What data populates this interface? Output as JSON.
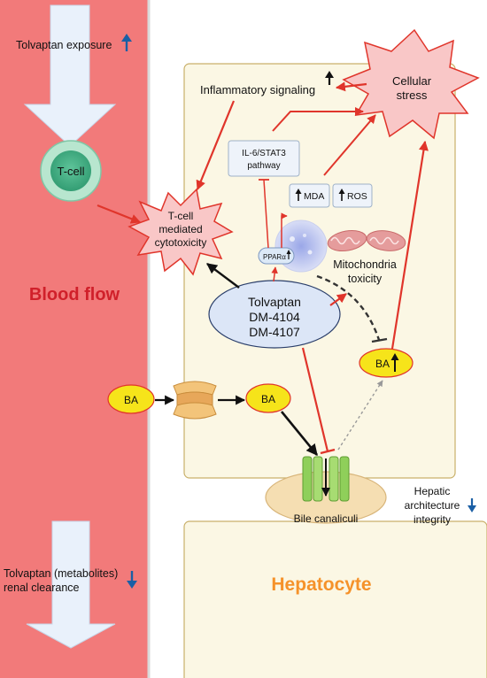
{
  "blood": {
    "exposure": "Tolvaptan exposure",
    "tcell": "T-cell",
    "flow": "Blood flow",
    "clearance_line1": "Tolvaptan (metabolites)",
    "clearance_line2": "renal clearance"
  },
  "cell": {
    "inflammatory": "Inflammatory signaling",
    "stress_line1": "Cellular",
    "stress_line2": "stress",
    "il6_line1": "IL-6/STAT3",
    "il6_line2": "pathway",
    "mda": "MDA",
    "ros": "ROS",
    "tcell_tox_line1": "T-cell",
    "tcell_tox_line2": "mediated",
    "tcell_tox_line3": "cytotoxicity",
    "ppar": "PPARα",
    "mito_line1": "Mitochondria",
    "mito_line2": "toxicity",
    "drug_line1": "Tolvaptan",
    "drug_line2": "DM-4104",
    "drug_line3": "DM-4107",
    "ba": "BA",
    "ba_rise": "BA",
    "canaliculi": "Bile canaliculi",
    "hepatic_line1": "Hepatic",
    "hepatic_line2": "architecture",
    "hepatic_line3": "integrity",
    "hepatocyte": "Hepatocyte"
  },
  "colors": {
    "blood": "#f27a7a",
    "cell_fill": "#fbf7e4",
    "cell_border": "#c9b06a",
    "red_arrow": "#e0352b",
    "blue_arrow": "#1b5fa5",
    "hepatocyte_text": "#f5922a",
    "blood_text": "#d0202a"
  },
  "icons": [
    "up-arrow-icon",
    "down-arrow-icon",
    "t-cell-icon",
    "transporter-icon",
    "mitochondria-icon",
    "nucleus-icon",
    "channel-icon"
  ]
}
